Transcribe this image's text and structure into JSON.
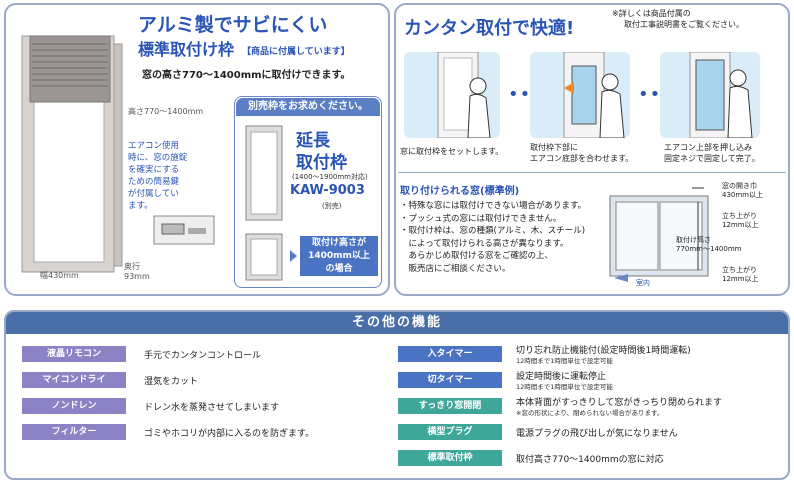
{
  "top_left": {
    "title_line1": "アルミ製でサビにくい",
    "title_line2": "標準取付け枠",
    "title_note": "【商品に付属しています】",
    "subtitle": "窓の高さ770～1400mmに取付けできます。",
    "height_label": "高さ770～1400mm",
    "width_label": "幅430mm",
    "depth_label1": "奥行",
    "depth_label2": "93mm",
    "key_note_lines": [
      "エアコン使用",
      "時に、窓の施錠",
      "を確実にする",
      "ための簡易鍵",
      "が付属してい",
      "ます。"
    ],
    "sold_separately_header": "別売枠をお求めください。",
    "ext_title1": "延長",
    "ext_title2": "取付枠",
    "ext_range": "(1400～1900mm対応)",
    "ext_model": "KAW-9003",
    "ext_note": "(別売)",
    "ext_cond_lines": [
      "取付け高さが",
      "1400mm以上",
      "の場合"
    ]
  },
  "top_right": {
    "title": "カンタン取付で快適!",
    "manual_note_lines": [
      "※詳しくは商品付属の",
      "取付工事説明書をご覧ください。"
    ],
    "step1": "窓に取付枠をセットします。",
    "step2_lines": [
      "取付枠下部に",
      "エアコン底部を合わせます。"
    ],
    "step3_lines": [
      "エアコン上部を押し込み",
      "固定ネジで固定して完了。"
    ],
    "windows_title": "取り付けられる窓(標準例)",
    "bullets": [
      "・特殊な窓には取付けできない場合があります。",
      "・プッシュ式の窓には取付けできません。",
      "・取付け枠は、窓の種類(アルミ、木、スチール)",
      "　によって取付けられる高さが異なります。",
      "　あらかじめ取付ける窓をご確認の上、",
      "　販売店にご相談ください。"
    ],
    "open_width_lines": [
      "窓の開き巾",
      "430mm以上"
    ],
    "rise_top_lines": [
      "立ち上がり",
      "12mm以上"
    ],
    "install_height_lines": [
      "取付け高さ",
      "770mm～1400mm"
    ],
    "rise_bottom_lines": [
      "立ち上がり",
      "12mm以上"
    ],
    "indoor": "室内"
  },
  "features": {
    "header": "その他の機能",
    "left": [
      {
        "label": "液晶リモコン",
        "text": "手元でカンタンコントロール"
      },
      {
        "label": "マイコンドライ",
        "text": "湿気をカット"
      },
      {
        "label": "ノンドレン",
        "text": "ドレン水を蒸発させてしまいます"
      },
      {
        "label": "フィルター",
        "text": "ゴミやホコリが内部に入るのを防ぎます。"
      }
    ],
    "right": [
      {
        "label": "入タイマー",
        "text": "切り忘れ防止機能付(設定時間後1時間運転)",
        "sub": "12時間まで1時間単位で設定可能"
      },
      {
        "label": "切タイマー",
        "text": "設定時間後に運転停止",
        "sub": "12時間まで1時間単位で設定可能"
      },
      {
        "label": "すっきり窓開閉",
        "text": "本体背面がすっきりして窓がきっちり閉められます",
        "sub": "※窓の形状により、閉められない場合があります。"
      },
      {
        "label": "横型プラグ",
        "text": "電源プラグの飛び出しが気になりません",
        "sub": ""
      },
      {
        "label": "標準取付枠",
        "text": "取付高さ770～1400mmの窓に対応",
        "sub": ""
      }
    ],
    "colors": {
      "purple": "#8b83c4",
      "blue": "#4a73c4",
      "teal": "#3ea79a",
      "header": "#4a6fa8"
    }
  }
}
